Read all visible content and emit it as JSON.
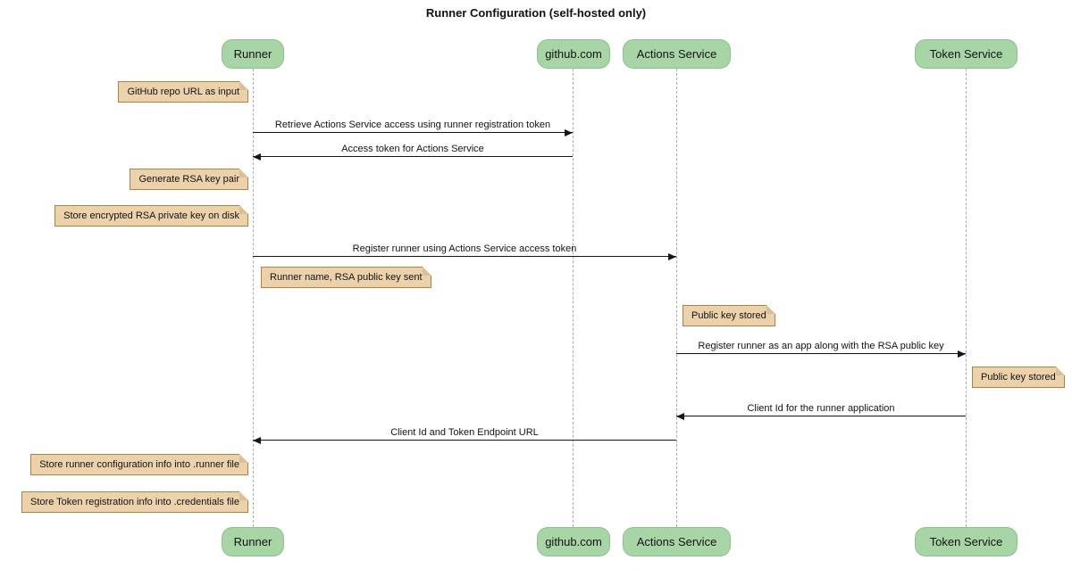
{
  "title": "Runner Configuration (self-hosted only)",
  "participants": [
    {
      "label": "Runner"
    },
    {
      "label": "github.com"
    },
    {
      "label": "Actions Service"
    },
    {
      "label": "Token Service"
    }
  ],
  "messages": [
    {
      "text": "Retrieve Actions Service access using runner registration token",
      "from": "Runner",
      "to": "github.com",
      "direction": "right"
    },
    {
      "text": "Access token for Actions Service",
      "from": "github.com",
      "to": "Runner",
      "direction": "left"
    },
    {
      "text": "Register runner using Actions Service access token",
      "from": "Runner",
      "to": "Actions Service",
      "direction": "right"
    },
    {
      "text": "Register runner as an app along with the RSA public key",
      "from": "Actions Service",
      "to": "Token Service",
      "direction": "right"
    },
    {
      "text": "Client Id for the runner application",
      "from": "Token Service",
      "to": "Actions Service",
      "direction": "left"
    },
    {
      "text": "Client Id and Token Endpoint URL",
      "from": "Actions Service",
      "to": "Runner",
      "direction": "left"
    }
  ],
  "notes": [
    {
      "text": "GitHub repo URL as input",
      "position": "left of Runner"
    },
    {
      "text": "Generate RSA key pair",
      "position": "left of Runner"
    },
    {
      "text": "Store encrypted RSA private key on disk",
      "position": "left of Runner"
    },
    {
      "text": "Runner name, RSA public key sent",
      "position": "right of Runner"
    },
    {
      "text": "Public key stored",
      "position": "right of Actions Service"
    },
    {
      "text": "Public key stored",
      "position": "right of Token Service"
    },
    {
      "text": "Store runner configuration info into .runner file",
      "position": "left of Runner"
    },
    {
      "text": "Store Token registration info into .credentials file",
      "position": "left of Runner"
    }
  ],
  "colors": {
    "participant_fill": "#a7d5a5",
    "participant_border": "#8fc18f",
    "note_fill": "#ecd2ab",
    "note_border": "#b08143",
    "note_fold": "#dcbf94",
    "lifeline": "#a9a9a9",
    "arrow": "#161616"
  }
}
